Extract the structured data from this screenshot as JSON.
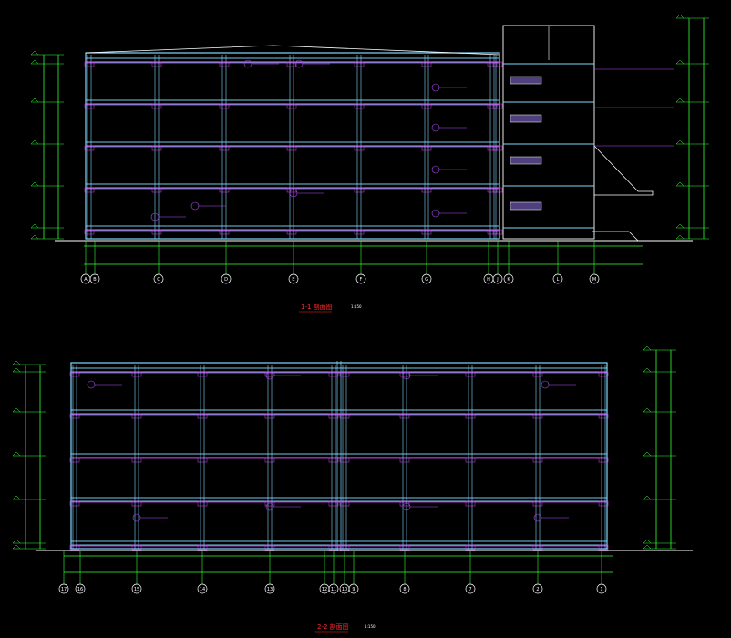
{
  "drawing": {
    "section1": {
      "title": "1-1 剖面图",
      "scale": "1:150",
      "axes": [
        "A",
        "B",
        "C",
        "D",
        "E",
        "F",
        "G",
        "H",
        "J",
        "K",
        "L",
        "M"
      ]
    },
    "section2": {
      "title": "2-2 剖面图",
      "scale": "1:150",
      "axes": [
        "17",
        "16",
        "15",
        "14",
        "13",
        "12",
        "11",
        "10",
        "9",
        "8",
        "7",
        "2",
        "1"
      ]
    }
  },
  "colors": {
    "background": "#000000",
    "frame": "#7fd9ff",
    "floor": "#e040ff",
    "dimension": "#33ff33",
    "callout": "#b04dff",
    "bubble": "#ffffff",
    "caption": "#ff2a2a"
  }
}
